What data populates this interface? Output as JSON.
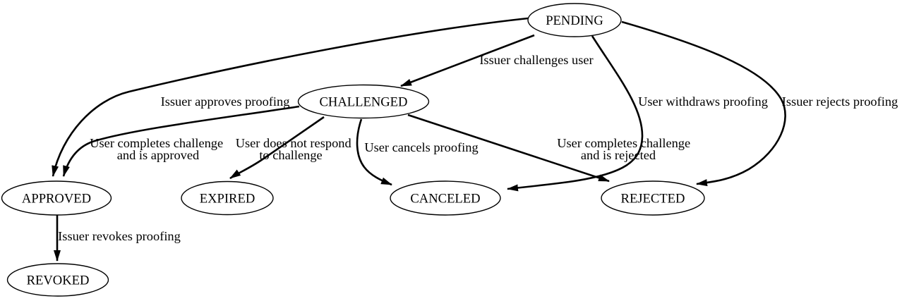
{
  "diagram": {
    "type": "state-transition-diagram",
    "background_color": "#ffffff",
    "line_color": "#000000",
    "text_color": "#000000",
    "nodes": {
      "pending": {
        "label": "PENDING"
      },
      "challenged": {
        "label": "CHALLENGED"
      },
      "approved": {
        "label": "APPROVED"
      },
      "expired": {
        "label": "EXPIRED"
      },
      "canceled": {
        "label": "CANCELED"
      },
      "rejected": {
        "label": "REJECTED"
      },
      "revoked": {
        "label": "REVOKED"
      }
    },
    "edges": {
      "pending_to_challenged": {
        "from": "PENDING",
        "to": "CHALLENGED",
        "label": "Issuer challenges user"
      },
      "pending_to_approved": {
        "from": "PENDING",
        "to": "APPROVED",
        "label": "Issuer approves proofing"
      },
      "pending_to_canceled": {
        "from": "PENDING",
        "to": "CANCELED",
        "label": "User withdraws proofing"
      },
      "pending_to_rejected": {
        "from": "PENDING",
        "to": "REJECTED",
        "label": "Issuer rejects proofing"
      },
      "challenged_to_approved": {
        "from": "CHALLENGED",
        "to": "APPROVED",
        "label": "User completes challenge and is approved",
        "lines": [
          "User completes challenge",
          "and is approved"
        ]
      },
      "challenged_to_expired": {
        "from": "CHALLENGED",
        "to": "EXPIRED",
        "label": "User does not respond to challenge",
        "lines": [
          "User does not respond",
          "to challenge"
        ]
      },
      "challenged_to_canceled": {
        "from": "CHALLENGED",
        "to": "CANCELED",
        "label": "User cancels proofing"
      },
      "challenged_to_rejected": {
        "from": "CHALLENGED",
        "to": "REJECTED",
        "label": "User completes challenge and is rejected",
        "lines": [
          "User completes challenge",
          "and is rejected"
        ]
      },
      "approved_to_revoked": {
        "from": "APPROVED",
        "to": "REVOKED",
        "label": "Issuer revokes proofing"
      }
    }
  }
}
